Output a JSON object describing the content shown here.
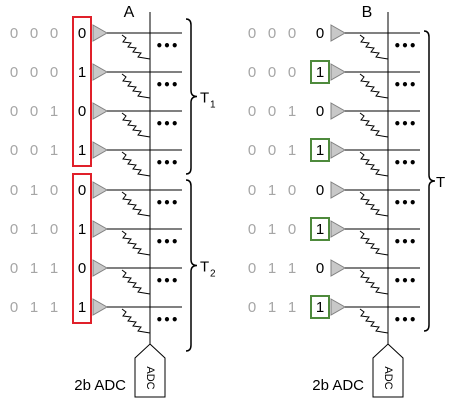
{
  "panels": [
    {
      "title": "A",
      "rows": [
        {
          "prefix": [
            "0",
            "0",
            "0"
          ],
          "bit": "0"
        },
        {
          "prefix": [
            "0",
            "0",
            "0"
          ],
          "bit": "1"
        },
        {
          "prefix": [
            "0",
            "0",
            "1"
          ],
          "bit": "0"
        },
        {
          "prefix": [
            "0",
            "0",
            "1"
          ],
          "bit": "1"
        },
        {
          "prefix": [
            "0",
            "1",
            "0"
          ],
          "bit": "0"
        },
        {
          "prefix": [
            "0",
            "1",
            "0"
          ],
          "bit": "1"
        },
        {
          "prefix": [
            "0",
            "1",
            "1"
          ],
          "bit": "0"
        },
        {
          "prefix": [
            "0",
            "1",
            "1"
          ],
          "bit": "1"
        }
      ],
      "adc_caption": "2b ADC",
      "adc_label": "ADC",
      "highlight_color": "#e0202a",
      "brackets": [
        {
          "label": "T",
          "subscript": "1"
        },
        {
          "label": "T",
          "subscript": "2"
        }
      ]
    },
    {
      "title": "B",
      "rows": [
        {
          "prefix": [
            "0",
            "0",
            "0"
          ],
          "bit": "0"
        },
        {
          "prefix": [
            "0",
            "0",
            "0"
          ],
          "bit": "1"
        },
        {
          "prefix": [
            "0",
            "0",
            "1"
          ],
          "bit": "0"
        },
        {
          "prefix": [
            "0",
            "0",
            "1"
          ],
          "bit": "1"
        },
        {
          "prefix": [
            "0",
            "1",
            "0"
          ],
          "bit": "0"
        },
        {
          "prefix": [
            "0",
            "1",
            "0"
          ],
          "bit": "1"
        },
        {
          "prefix": [
            "0",
            "1",
            "1"
          ],
          "bit": "0"
        },
        {
          "prefix": [
            "0",
            "1",
            "1"
          ],
          "bit": "1"
        }
      ],
      "adc_caption": "2b ADC",
      "adc_label": "ADC",
      "highlight_color": "#4e8a3c",
      "brackets": [
        {
          "label": "T",
          "subscript": ""
        }
      ]
    }
  ],
  "colors": {
    "inactive_bit": "#a6a6a6",
    "driver_fill": "#c8c8c8",
    "wire": "#000000"
  },
  "dots": "•••"
}
